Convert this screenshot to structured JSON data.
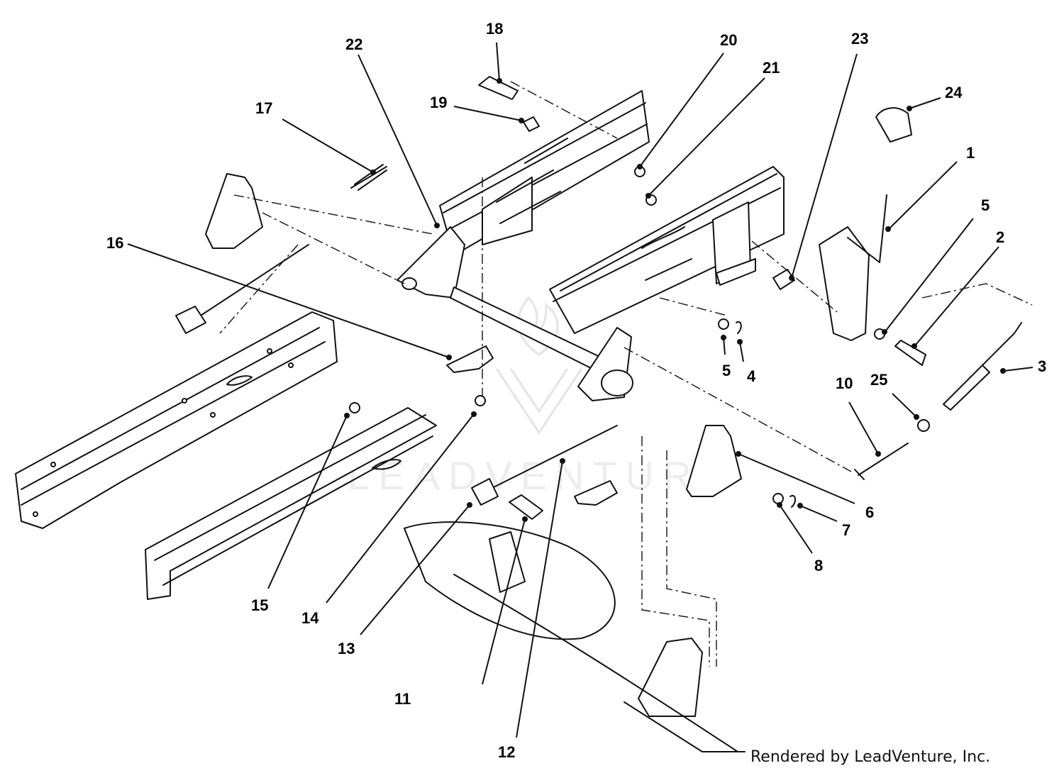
{
  "credit": "Rendered by LeadVenture, Inc.",
  "watermark": "LEADVENTURE",
  "callouts": [
    "1",
    "2",
    "3",
    "4",
    "5",
    "5",
    "6",
    "7",
    "8",
    "10",
    "11",
    "12",
    "13",
    "14",
    "15",
    "16",
    "17",
    "18",
    "19",
    "20",
    "21",
    "22",
    "23",
    "24",
    "25"
  ]
}
